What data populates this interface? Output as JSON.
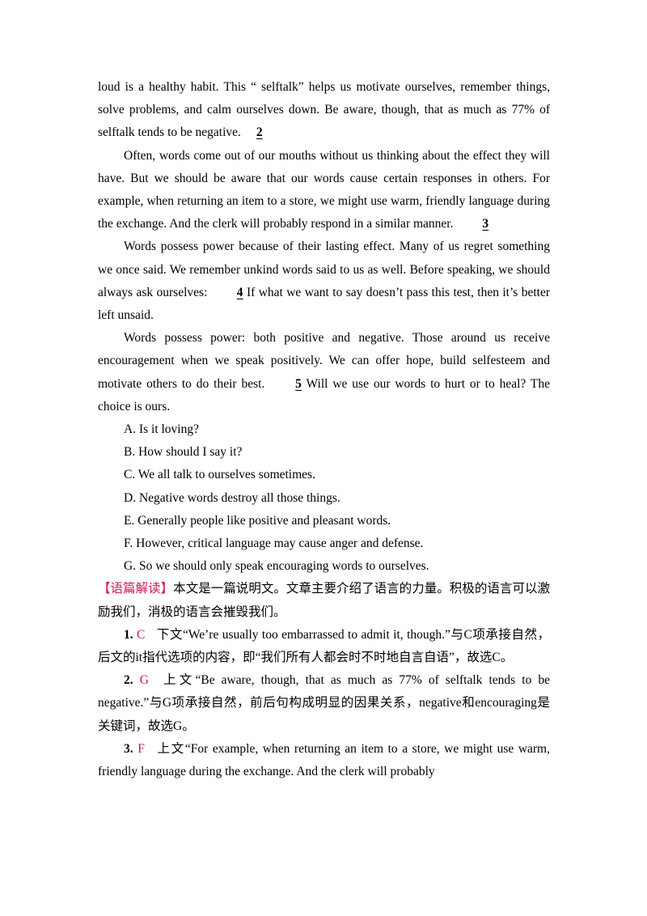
{
  "passage": {
    "p1_text": "loud is a healthy habit. This “ selftalk” helps us motivate ourselves, remember things, solve problems, and calm ourselves down. Be aware, though, that as much as 77% of selftalk tends to be negative.",
    "blank2": "2",
    "p2_text": "Often, words come out of our mouths without us thinking about the effect they will have. But we should be aware that our words cause certain responses in others. For example, when returning an item to a store, we might use warm, friendly language during the exchange. And the clerk will probably respond in a similar manner.",
    "blank3": "3",
    "p3_text": "Words possess power because of their lasting effect. Many of us regret something we once said. We remember unkind words said to us as well. Before speaking, we should always ask ourselves:",
    "blank4": "4",
    "p3_tail": "If what we want to say doesn’t pass this test, then it’s better left unsaid.",
    "p4_text": "Words possess power: both positive and negative. Those around us receive encouragement when we speak positively. We can offer hope, build selfesteem and motivate others to do their best.",
    "blank5": "5",
    "p4_tail": "Will we use our words to hurt or to heal? The choice is ours."
  },
  "options": [
    "A. Is it loving?",
    "B. How should I say it?",
    "C. We all talk to ourselves sometimes.",
    "D. Negative words destroy all those things.",
    "E. Generally people like positive and pleasant words.",
    "F. However, critical language may cause anger and defense.",
    "G. So we should only speak encouraging words to ourselves."
  ],
  "analysis": {
    "label": "【语篇解读】",
    "text": "本文是一篇说明文。文章主要介绍了语言的力量。积极的语言可以激励我们，消极的语言会摧毁我们。"
  },
  "answers": [
    {
      "num": "1.",
      "letter": "C",
      "text": "下文“We’re usually too embarrassed to admit it, though.”与C项承接自然，后文的it指代选项的内容，即“我们所有人都会时不时地自言自语”，故选C。"
    },
    {
      "num": "2.",
      "letter": "G",
      "text": "上文“Be aware, though, that as much as 77% of selftalk tends to be negative.”与G项承接自然，前后句构成明显的因果关系，negative和encouraging是关键词，故选G。"
    },
    {
      "num": "3.",
      "letter": "F",
      "text": "上文“For example, when returning an item to a store, we might use warm, friendly language during the exchange. And the clerk will probably"
    }
  ]
}
